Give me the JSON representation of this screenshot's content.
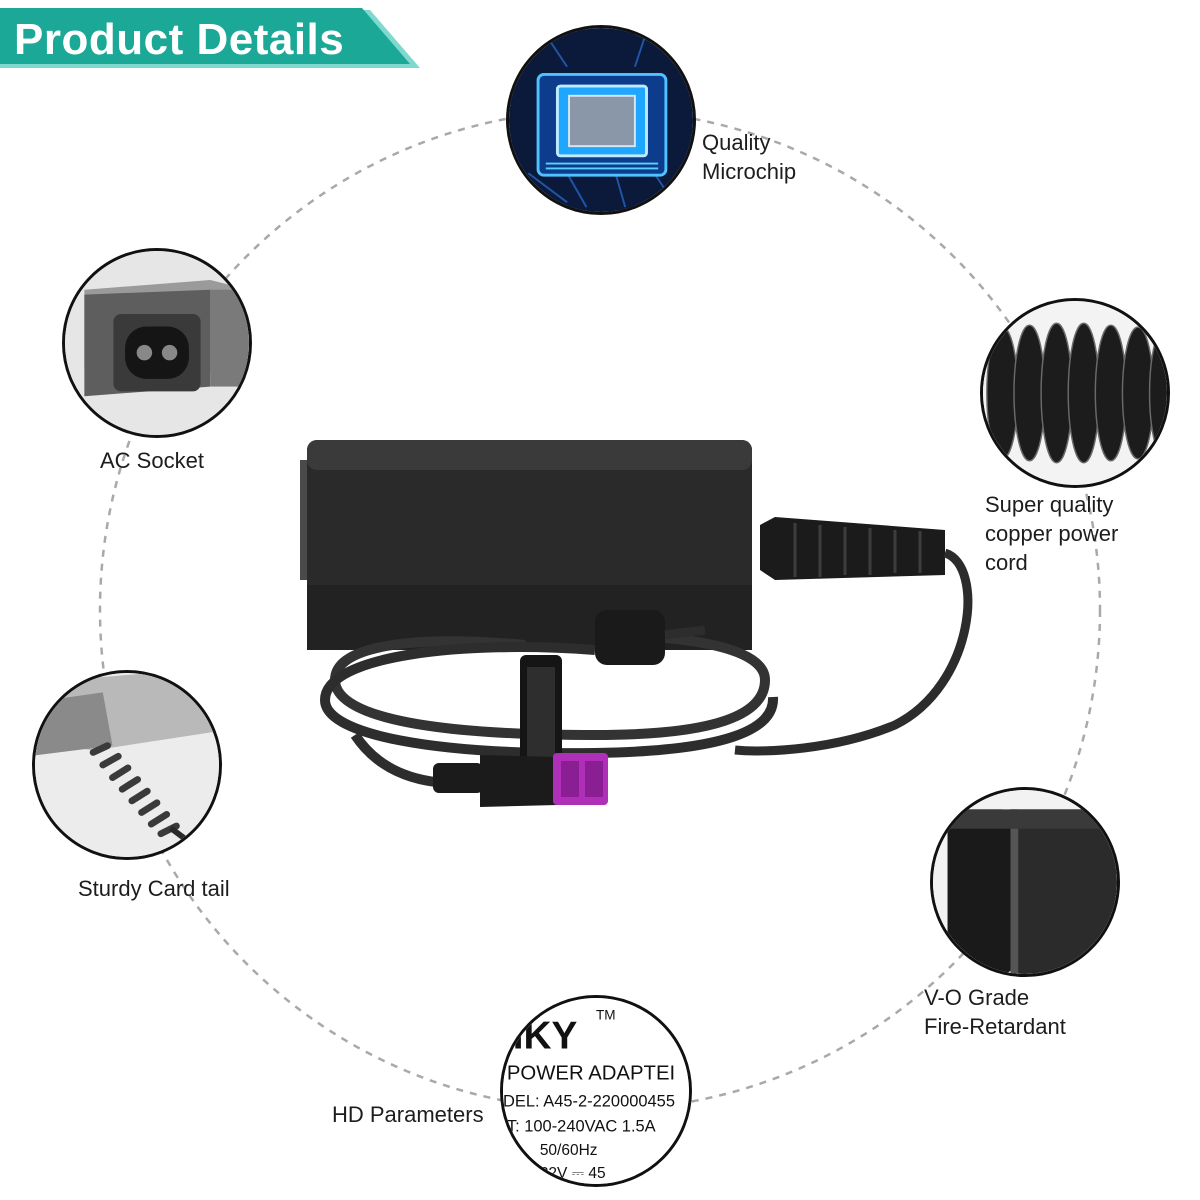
{
  "banner": {
    "title": "Product Details",
    "color": "#1ba896",
    "accent": "#7fd9cf"
  },
  "features": [
    {
      "id": "microchip",
      "label_lines": [
        "Quality",
        "Microchip"
      ]
    },
    {
      "id": "ac-socket",
      "label_lines": [
        "AC Socket"
      ]
    },
    {
      "id": "copper-cord",
      "label_lines": [
        "Super quality",
        "copper power",
        "cord"
      ]
    },
    {
      "id": "cord-tail",
      "label_lines": [
        "Sturdy Card tail"
      ]
    },
    {
      "id": "fire-retardant",
      "label_lines": [
        "V-O Grade",
        "Fire-Retardant"
      ]
    },
    {
      "id": "hd-parameters",
      "label_lines": [
        "HD Parameters"
      ]
    }
  ],
  "hd_label_text": {
    "brand": "IKY",
    "tm": "TM",
    "line1": "POWER ADAPTEI",
    "line2": "DEL: A45-2-220000455",
    "line3": "T: 100-240VAC 1.5A",
    "line4": "50/60Hz",
    "line5": "22V ⎓ 45"
  },
  "icons": [
    "chip-icon",
    "socket-icon",
    "coil-icon",
    "cable-tail-icon",
    "casing-corner-icon",
    "label-closeup-icon",
    "power-adapter-image"
  ],
  "colors": {
    "dashed_ring": "#a9a9a9",
    "connector": "#b02fb8",
    "adapter": "#2a2a2a",
    "chip_glow": "#1fa6ff"
  }
}
